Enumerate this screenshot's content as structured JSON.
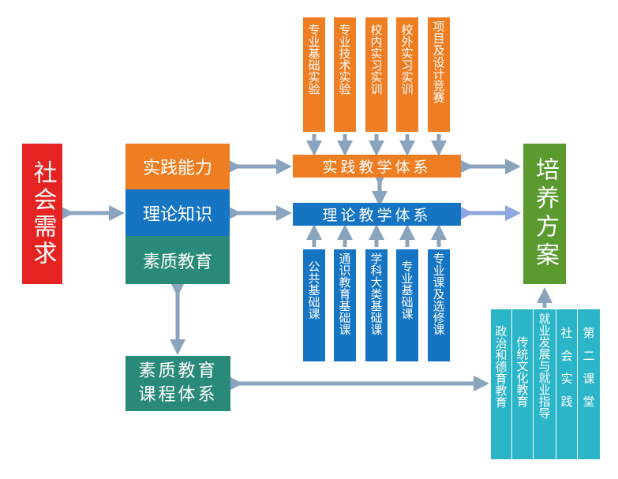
{
  "social_need": "社会需求",
  "left_stack": {
    "practice": "实践能力",
    "theory": "理论知识",
    "quality": "素质教育"
  },
  "quality_course_system": [
    "素质教育",
    "课程体系"
  ],
  "practice_system": "实践教学体系",
  "theory_system": "理论教学体系",
  "training_plan": "培养方案",
  "practice_items": [
    "专业基础实验",
    "专业技术实验",
    "校内实习实训",
    "校外实习实训",
    "项目及设计竞赛"
  ],
  "theory_items": [
    "公共基础课",
    "通识教育基础课",
    "学科大类基础课",
    "专业基础课",
    "专业课及选修课"
  ],
  "quality_items": [
    "政治和德育教育",
    "传统文化教育",
    "就业发展与就业指导",
    "社会实践",
    "第二课堂"
  ],
  "colors": {
    "red": "#e52421",
    "orange": "#ef7d22",
    "blue": "#1575c3",
    "teal": "#2a8a7a",
    "green": "#5a9a2e",
    "cyan": "#2bb5c8",
    "arrow": "#8aa4bd"
  }
}
